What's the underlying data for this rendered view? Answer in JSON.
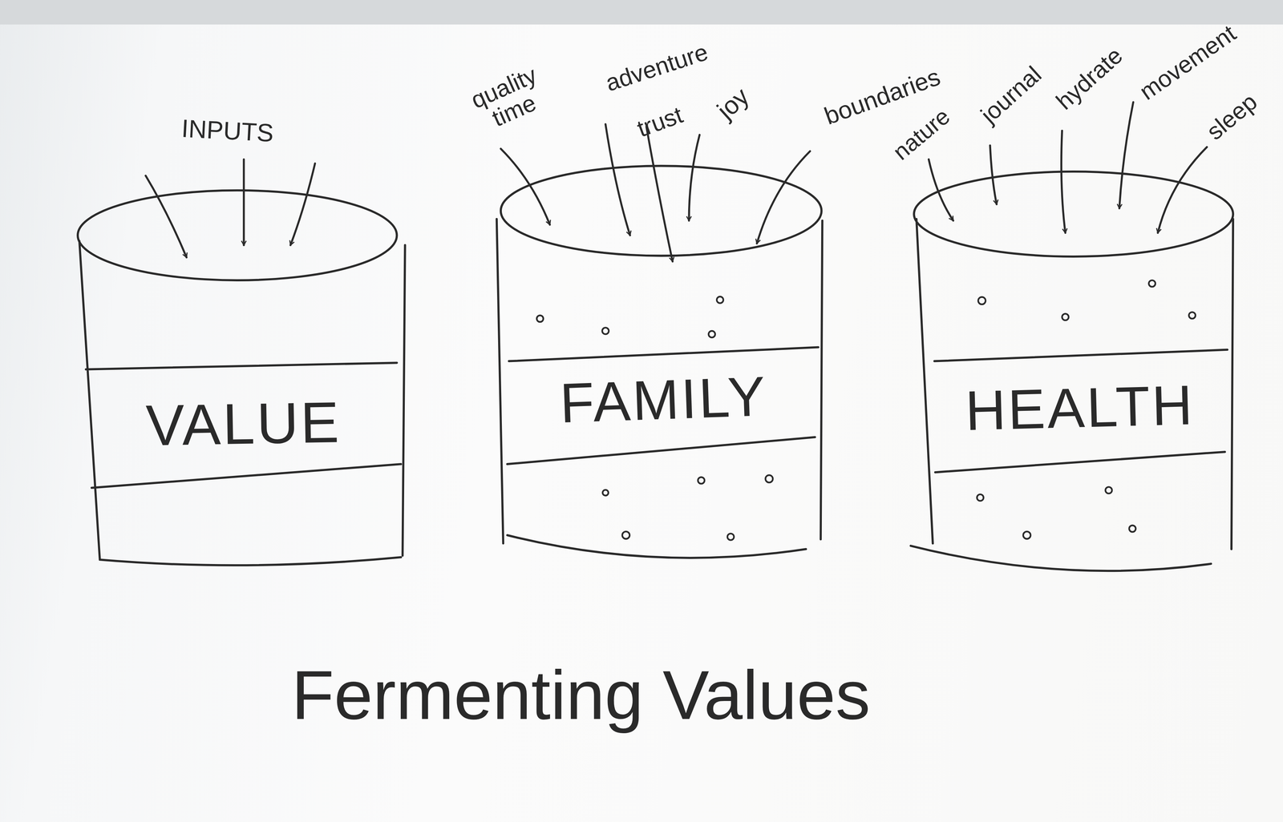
{
  "diagram": {
    "title": "Fermenting Values",
    "nodes": [
      {
        "text": [
          "VALUE"
        ]
      },
      {
        "text": [
          "FAMILY"
        ]
      },
      {
        "text": [
          "HEALTH"
        ]
      }
    ],
    "labels": [
      "INPUTS",
      "quality time",
      "adventure",
      "trust",
      "joy",
      "boundaries",
      "nature",
      "journal",
      "hydrate",
      "movement",
      "sleep"
    ]
  }
}
